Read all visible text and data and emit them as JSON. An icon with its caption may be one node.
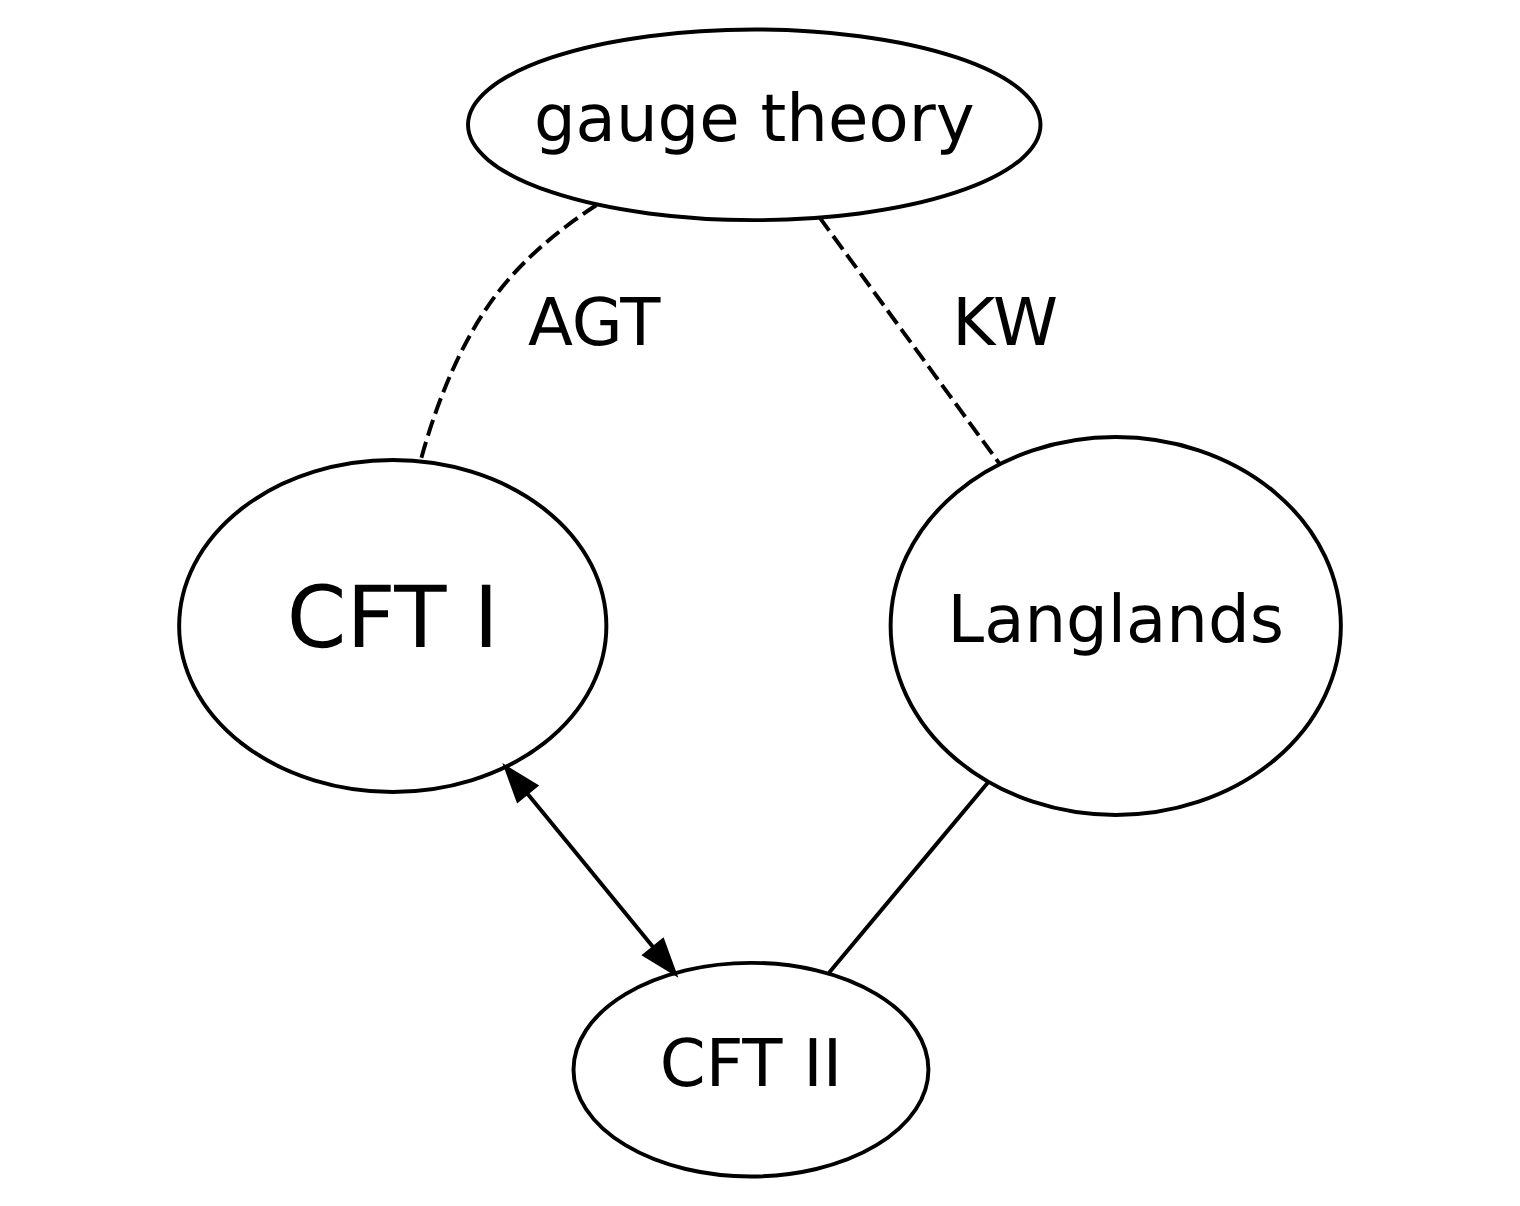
{
  "diagram": {
    "nodes": [
      {
        "text": [
          "gauge theory"
        ]
      },
      {
        "text": [
          "CFT I"
        ]
      },
      {
        "text": [
          "Langlands"
        ]
      },
      {
        "text": [
          "CFT II"
        ]
      }
    ],
    "edges": [
      {
        "from": 0,
        "to": 1,
        "arrow": "none",
        "style": "dashed",
        "label": "AGT"
      },
      {
        "from": 0,
        "to": 2,
        "arrow": "none",
        "style": "dashed",
        "label": "KW"
      },
      {
        "from": 2,
        "to": 3,
        "arrow": "none"
      },
      {
        "from": 1,
        "to": 3,
        "arrow": "both"
      }
    ]
  }
}
